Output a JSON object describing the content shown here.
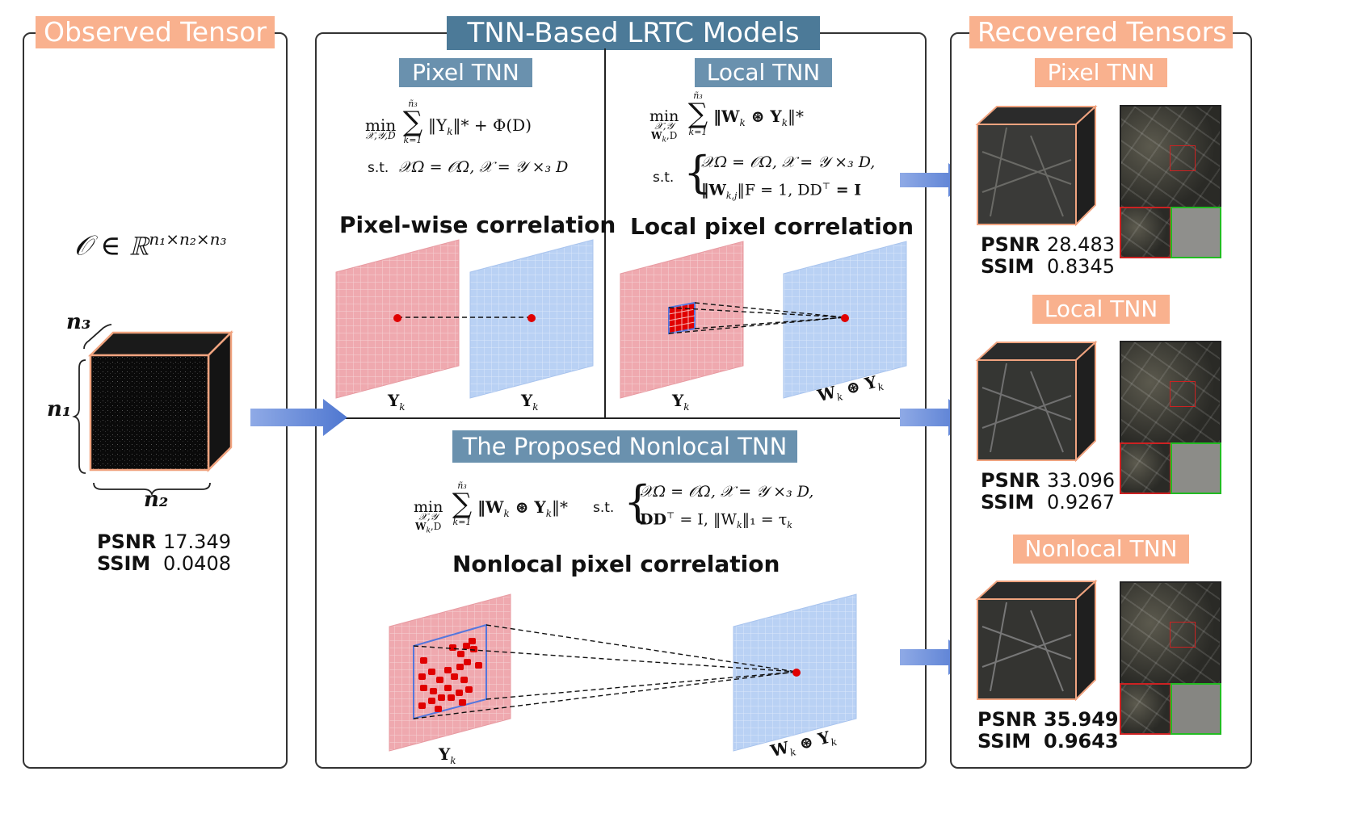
{
  "left": {
    "title": "Observed Tensor",
    "formula": "𝒪 ∈ ℝ",
    "formula_sup": "n₁×n₂×n₃",
    "dims": {
      "n1": "n₁",
      "n2": "n₂",
      "n3": "n₃"
    },
    "metrics": {
      "psnr_label": "PSNR",
      "psnr": "17.349",
      "ssim_label": "SSIM",
      "ssim": "0.0408"
    }
  },
  "center": {
    "title": "TNN-Based LRTC Models",
    "pixel": {
      "title": "Pixel TNN",
      "min_label": "min",
      "min_sub": "𝒳,𝒴,D",
      "sum_top": "ñ₃",
      "sum_bottom": "k=1",
      "objective": "‖Y",
      "objective_tail": "‖* + Φ(D)",
      "st": "s.t.",
      "constraint": "𝒳Ω = 𝒪Ω, 𝒳 = 𝒴 ×₃ D",
      "corr": "Pixel-wise correlation",
      "label_left": "Y",
      "label_right": "Y"
    },
    "local": {
      "title": "Local TNN",
      "min_label": "min",
      "min_sub1": "𝒳,𝒴",
      "min_sub2": "W",
      "min_sub3": ",D",
      "sum_top": "ñ₃",
      "sum_bottom": "k=1",
      "objective": "‖W",
      "objective_mid": " ⊛ Y",
      "objective_tail": "‖*",
      "st": "s.t.",
      "c1": "𝒳Ω = 𝒪Ω, 𝒳 = 𝒴 ×₃ D,",
      "c2": "‖W",
      "c2_tail": "‖F = 1,  DD",
      "c2_end": " = I",
      "corr": "Local pixel correlation",
      "label_left": "Y",
      "label_right": "W"
    },
    "nonlocal": {
      "title": "The Proposed Nonlocal TNN",
      "min_label": "min",
      "min_sub1": "𝒳,𝒴",
      "min_sub2": "W",
      "min_sub3": ",D",
      "sum_top": "ñ₃",
      "sum_bottom": "k=1",
      "objective": "‖W",
      "objective_mid": " ⊛ Y",
      "objective_tail": "‖*",
      "st": "s.t.",
      "c1": "𝒳Ω = 𝒪Ω, 𝒳 = 𝒴 ×₃ D,",
      "c2": "DD",
      "c2_mid": " = I,  ‖W",
      "c2_tail": "‖₁ = τ",
      "corr": "Nonlocal pixel correlation",
      "label_left": "Y",
      "label_right": "W"
    },
    "sub_k": "k",
    "sub_kj": "k,j",
    "sup_T": "⊤",
    "conv": " ⊛ Y"
  },
  "right": {
    "title": "Recovered Tensors",
    "results": [
      {
        "name": "Pixel TNN",
        "psnr_label": "PSNR",
        "psnr": "28.483",
        "ssim_label": "SSIM",
        "ssim": "0.8345"
      },
      {
        "name": "Local TNN",
        "psnr_label": "PSNR",
        "psnr": "33.096",
        "ssim_label": "SSIM",
        "ssim": "0.9267"
      },
      {
        "name": "Nonlocal TNN",
        "psnr_label": "PSNR",
        "psnr": "35.949",
        "ssim_label": "SSIM",
        "ssim": "0.9643"
      }
    ]
  },
  "colors": {
    "orange": "#F9B18E",
    "blue_tag": "#4C7A98",
    "pink_plane": "#EFA9AF",
    "blue_plane": "#B9D1F4",
    "arrow": "#6F8FD6",
    "red": "#E00000",
    "green_box": "#22BB22",
    "red_box": "#CC2222"
  }
}
